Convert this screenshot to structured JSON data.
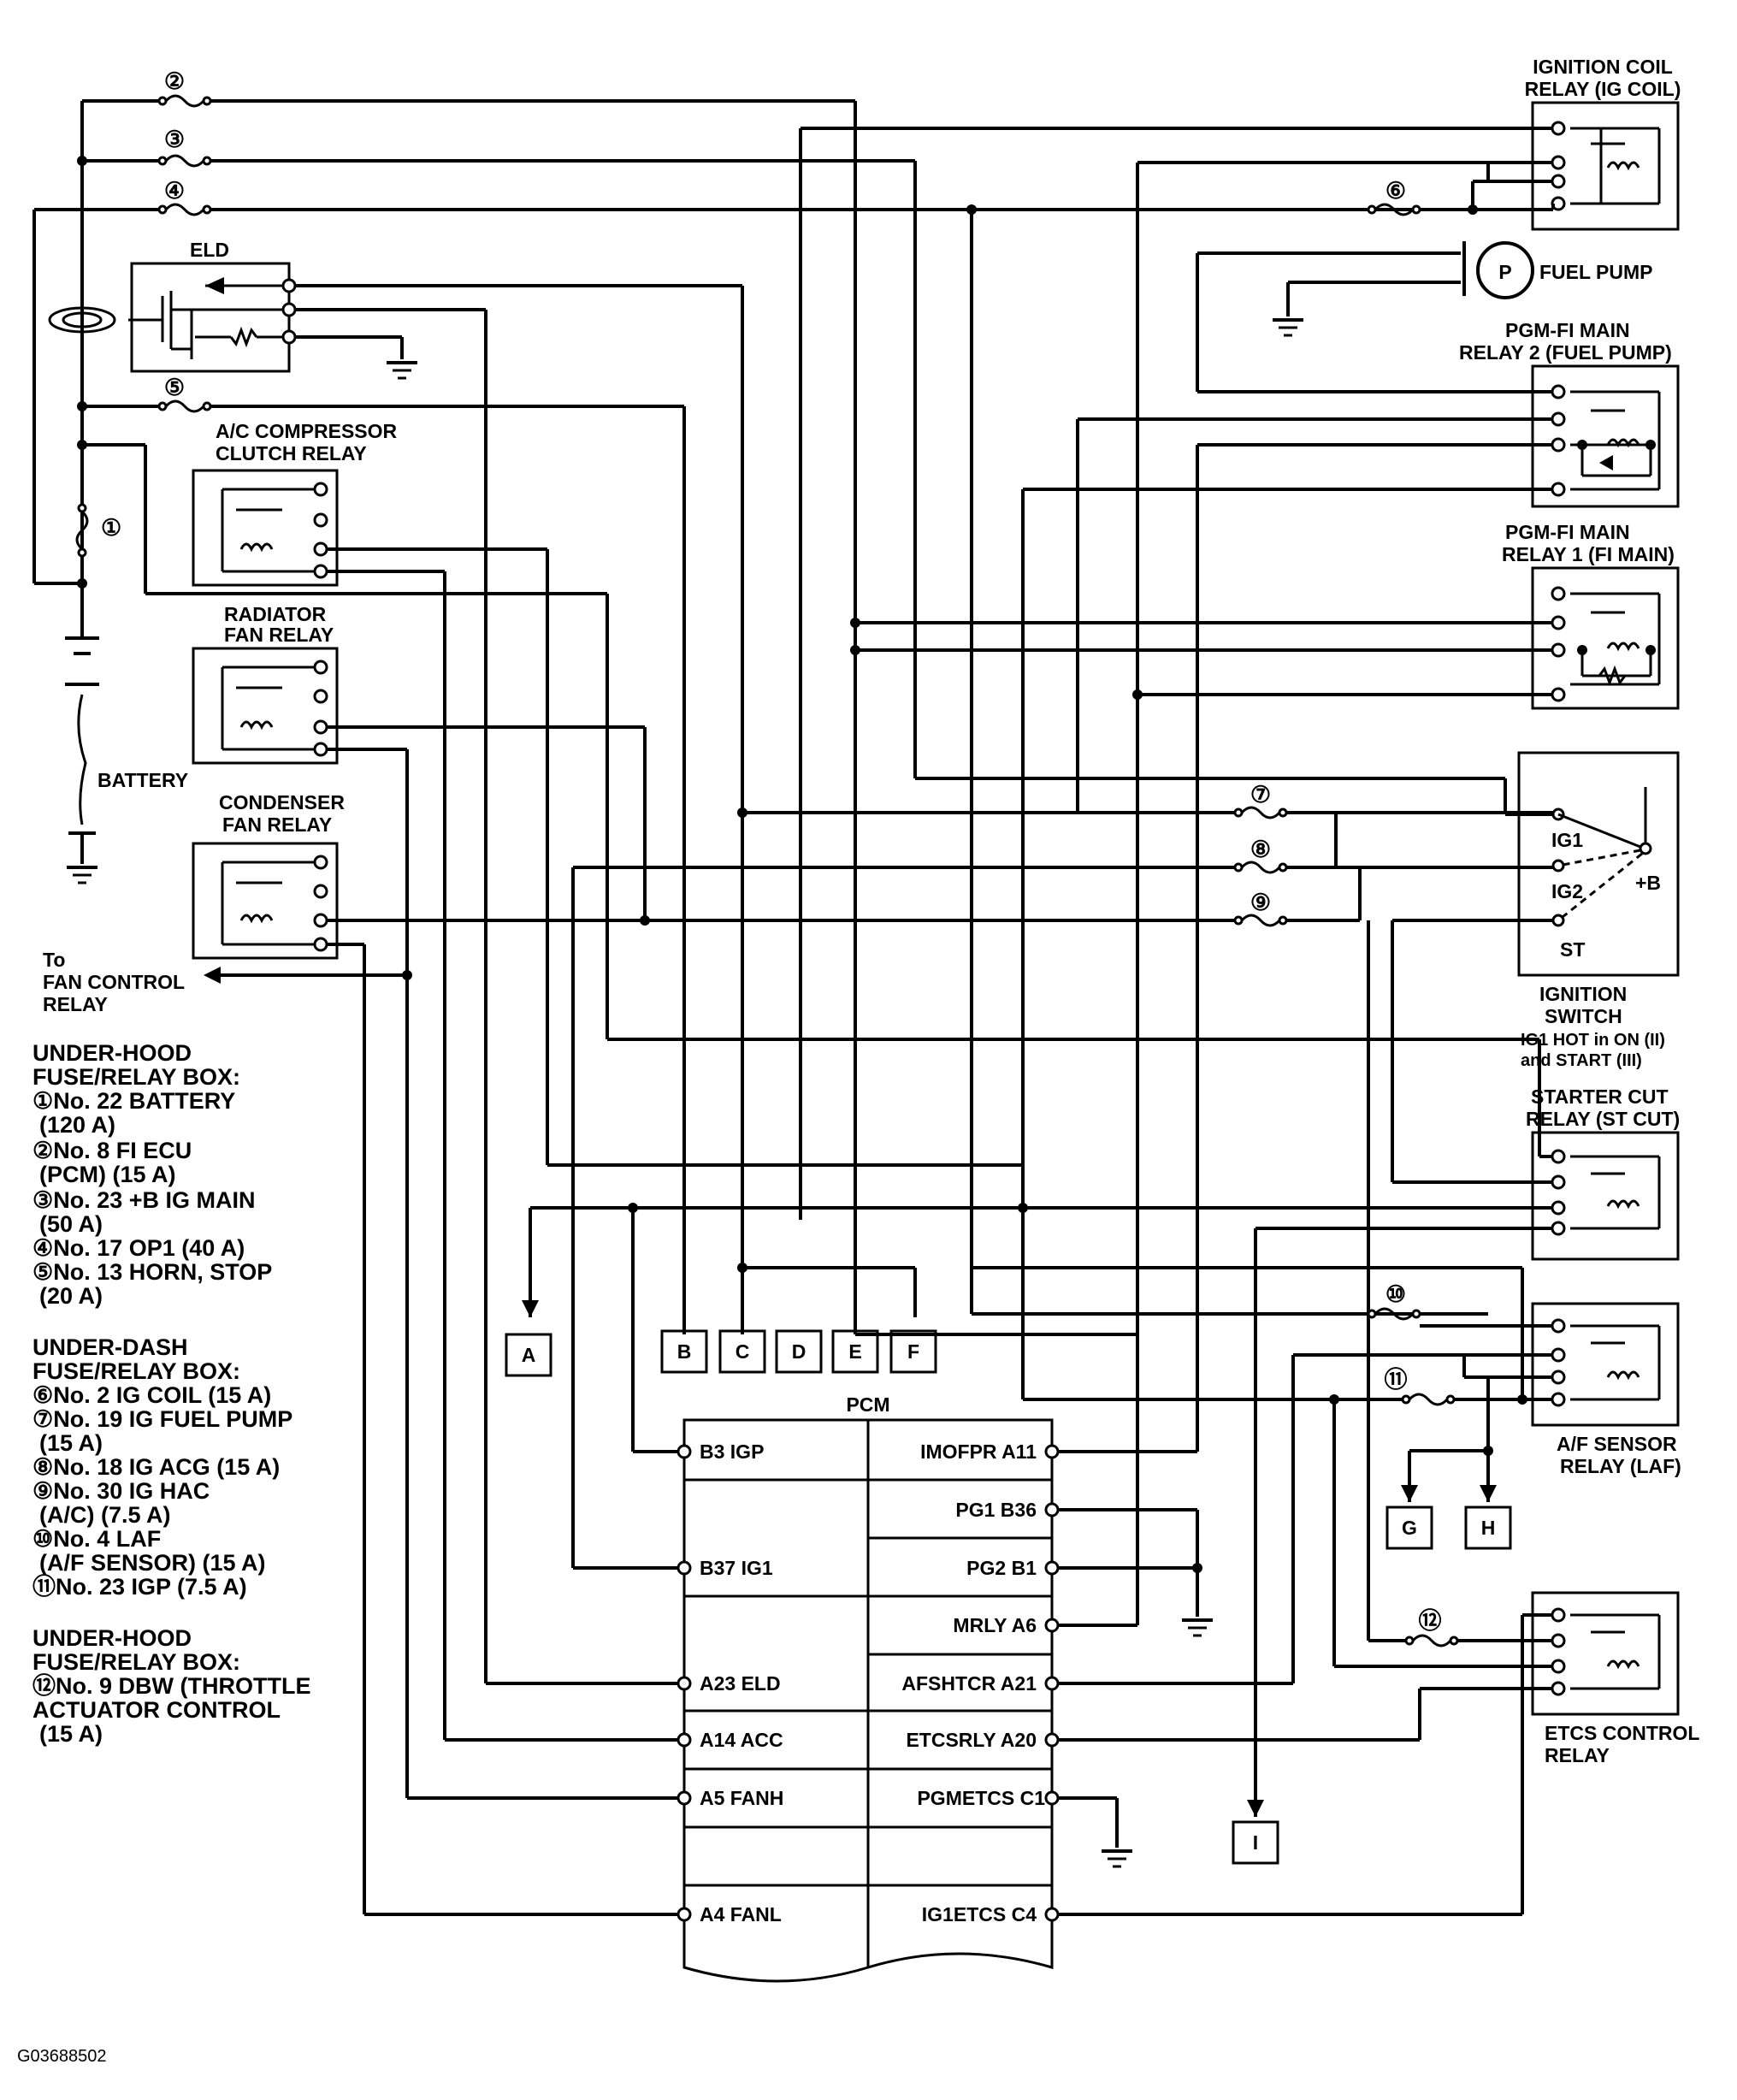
{
  "fuse_numbers": [
    "①",
    "②",
    "③",
    "④",
    "⑤",
    "⑥",
    "⑦",
    "⑧",
    "⑨",
    "⑩",
    "⑪",
    "⑫"
  ],
  "components": {
    "eld": "ELD",
    "ignition_coil_relay": [
      "IGNITION COIL",
      "RELAY (IG COIL)"
    ],
    "fuel_pump_symbol": "P",
    "fuel_pump": "FUEL PUMP",
    "pgm_fi_main_relay_2": [
      "PGM-FI MAIN",
      "RELAY 2 (FUEL PUMP)"
    ],
    "pgm_fi_main_relay_1": [
      "PGM-FI MAIN",
      "RELAY 1 (FI MAIN)"
    ],
    "ac_compressor_clutch_relay": [
      "A/C COMPRESSOR",
      "CLUTCH RELAY"
    ],
    "radiator_fan_relay": [
      "RADIATOR",
      "FAN RELAY"
    ],
    "battery": "BATTERY",
    "condenser_fan_relay": [
      "CONDENSER",
      "FAN RELAY"
    ],
    "fan_control_relay": [
      "To",
      "FAN CONTROL",
      "RELAY"
    ],
    "ignition_switch_terminals": [
      "IG1",
      "IG2",
      "+B",
      "ST"
    ],
    "ignition_switch": [
      "IGNITION",
      "SWITCH",
      "IG1 HOT in ON (II)",
      "and START (III)"
    ],
    "starter_cut_relay": [
      "STARTER CUT",
      "RELAY (ST CUT)"
    ],
    "af_sensor_relay": [
      "A/F SENSOR",
      "RELAY (LAF)"
    ],
    "etcs_control_relay": [
      "ETCS CONTROL",
      "RELAY"
    ],
    "pcm": "PCM"
  },
  "connectors": [
    "A",
    "B",
    "C",
    "D",
    "E",
    "F",
    "G",
    "H",
    "I"
  ],
  "pcm_terminals": {
    "left": [
      "B3 IGP",
      "B37 IG1",
      "A23 ELD",
      "A14 ACC",
      "A5 FANH",
      "A4 FANL"
    ],
    "right": [
      "IMOFPR A11",
      "PG1 B36",
      "PG2 B1",
      "MRLY A6",
      "AFSHTCR A21",
      "ETCSRLY A20",
      "PGMETCS C1",
      "IG1ETCS C4"
    ]
  },
  "legend": {
    "under_hood_1": {
      "title": [
        "UNDER-HOOD",
        "FUSE/RELAY BOX:"
      ],
      "lines": [
        "①No. 22 BATTERY",
        "(120 A)",
        "②No. 8 FI ECU",
        "(PCM) (15 A)",
        "③No. 23 +B IG MAIN",
        "(50 A)",
        "④No. 17 OP1 (40 A)",
        "⑤No. 13 HORN, STOP",
        "(20 A)"
      ]
    },
    "under_dash": {
      "title": [
        "UNDER-DASH",
        "FUSE/RELAY BOX:"
      ],
      "lines": [
        "⑥No. 2 IG COIL (15 A)",
        "⑦No. 19 IG FUEL PUMP",
        "(15 A)",
        "⑧No. 18 IG ACG (15 A)",
        "⑨No. 30 IG HAC",
        "(A/C) (7.5 A)",
        "⑩No. 4 LAF",
        "(A/F SENSOR) (15 A)",
        "⑪No. 23 IGP (7.5 A)"
      ]
    },
    "under_hood_2": {
      "title": [
        "UNDER-HOOD",
        "FUSE/RELAY BOX:"
      ],
      "lines": [
        "⑫No. 9 DBW (THROTTLE",
        "ACTUATOR CONTROL",
        "(15 A)"
      ]
    }
  },
  "figure_id": "G03688502"
}
